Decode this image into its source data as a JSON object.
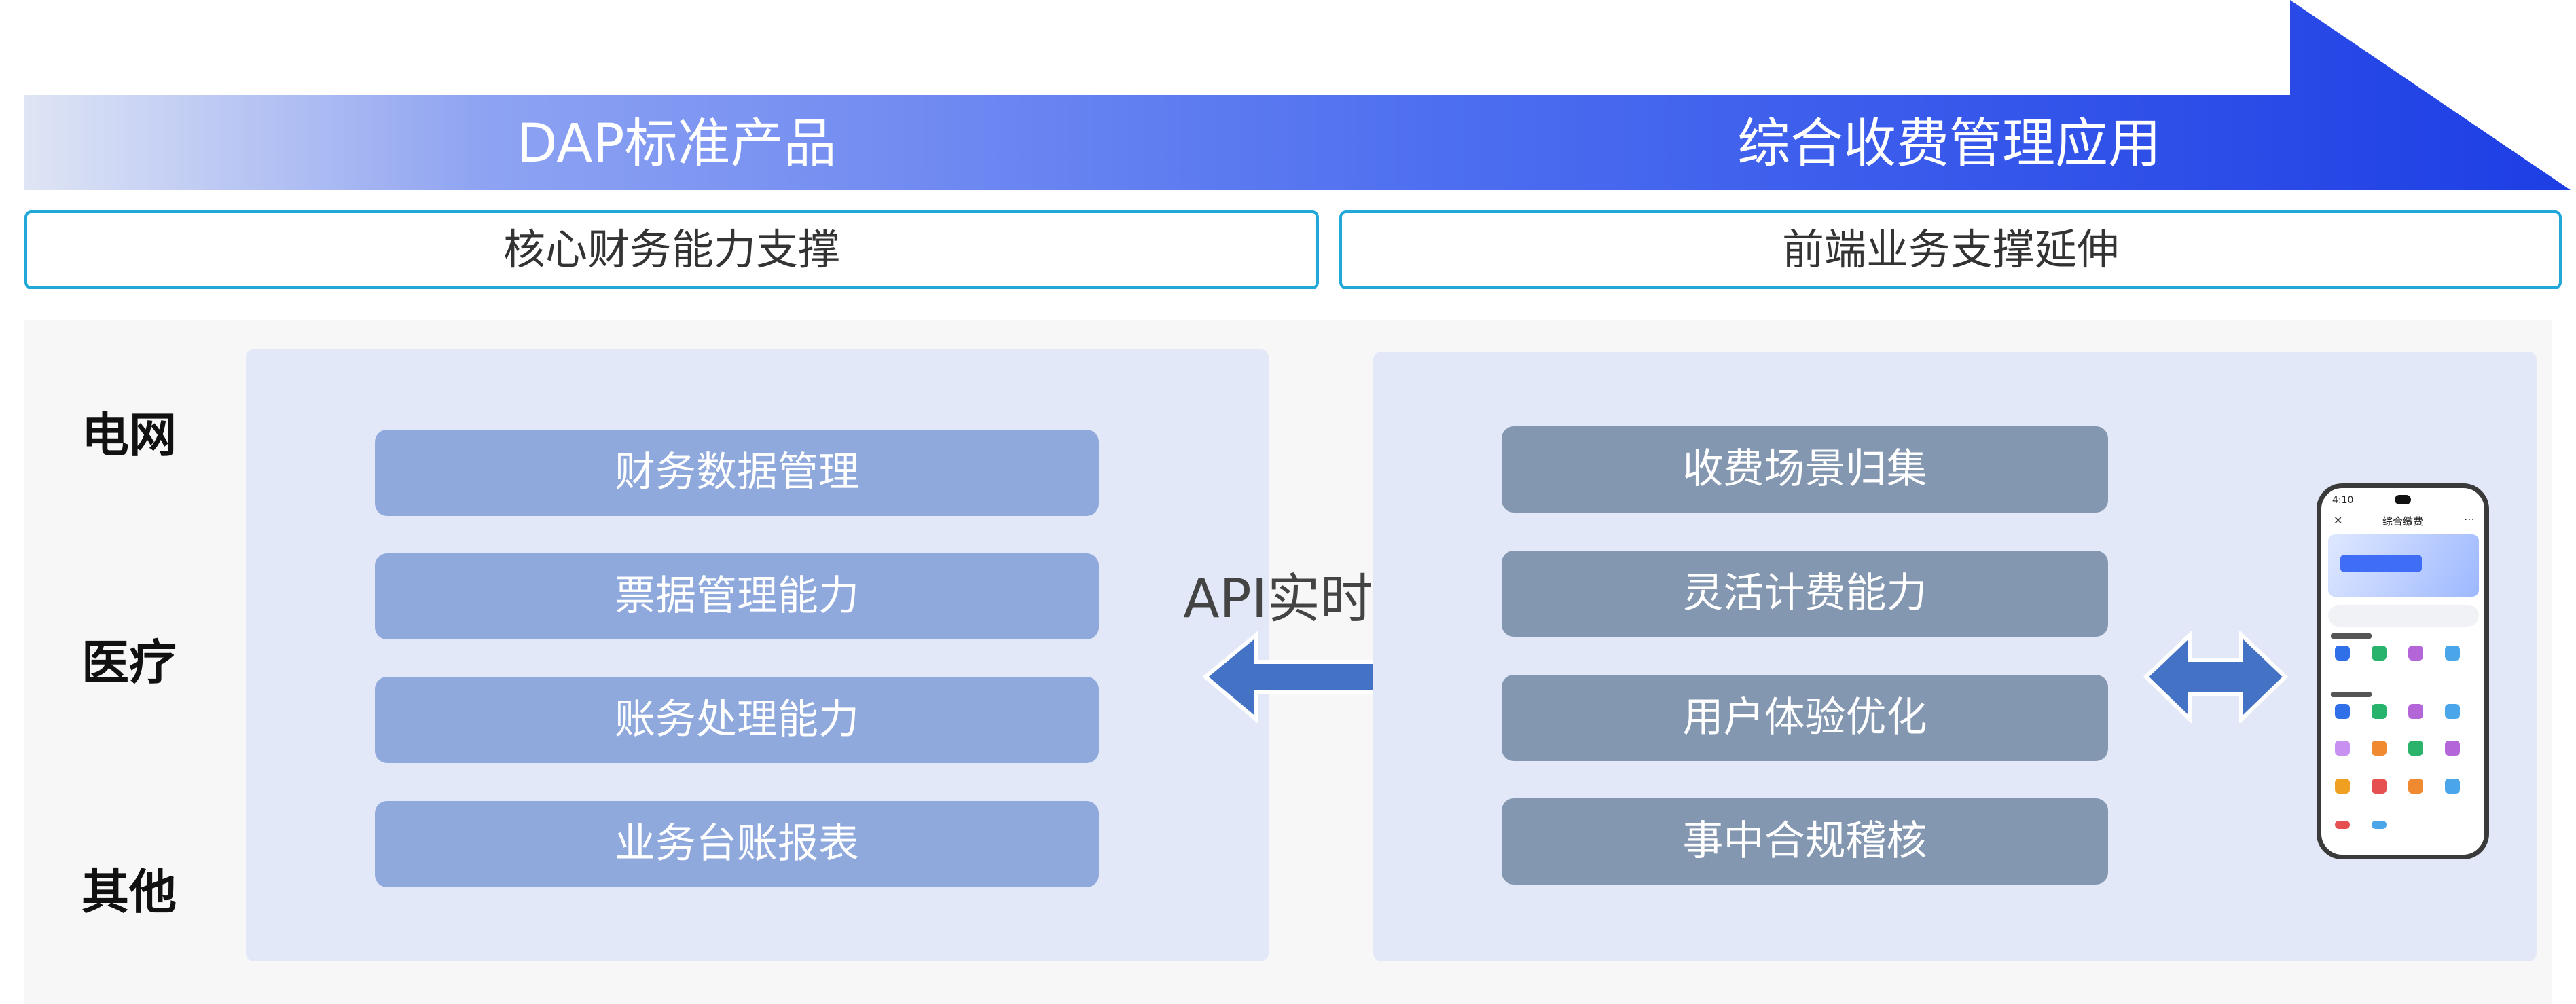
{
  "banner": {
    "left_title": "DAP标准产品",
    "right_title": "综合收费管理应用"
  },
  "headers": {
    "left": "核心财务能力支撑",
    "right": "前端业务支撑延伸"
  },
  "side_labels": [
    "电网",
    "医疗",
    "其他"
  ],
  "left_panel": {
    "items": [
      "财务数据管理",
      "票据管理能力",
      "账务处理能力",
      "业务台账报表"
    ]
  },
  "api_label": "API实时交互",
  "right_panel": {
    "items": [
      "收费场景归集",
      "灵活计费能力",
      "用户体验优化",
      "事中合规稽核"
    ]
  },
  "phone": {
    "status_time": "4:10",
    "title": "综合缴费"
  },
  "colors": {
    "banner_gradient_start": "#dfe5f4",
    "banner_gradient_end": "#1d3ee4",
    "header_border": "#21a7d8",
    "panel_bg": "#e2e8f7",
    "left_pill": "#8fa9dd",
    "right_pill": "#8497b1",
    "arrow": "#4472c4"
  }
}
